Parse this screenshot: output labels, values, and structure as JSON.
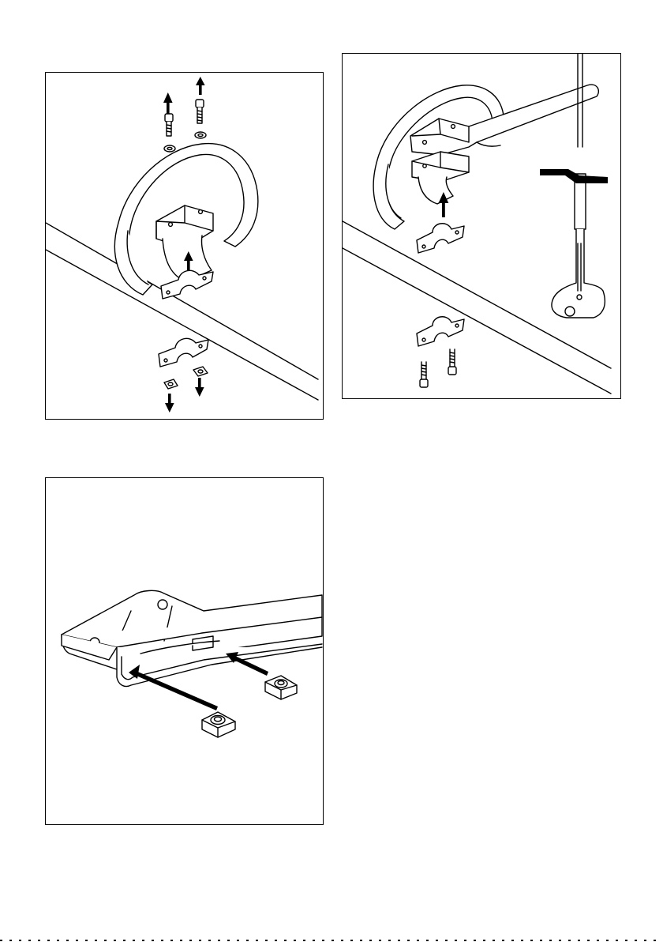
{
  "page": {
    "figures": [
      {
        "id": "fig-handle-removal",
        "icon": "handle-removal-illustration"
      },
      {
        "id": "fig-handle-mounting",
        "icon": "handle-mounting-illustration"
      },
      {
        "id": "fig-nut-insertion",
        "icon": "nut-insertion-illustration"
      }
    ],
    "colors": {
      "ink": "#000000",
      "paper": "#ffffff"
    }
  }
}
